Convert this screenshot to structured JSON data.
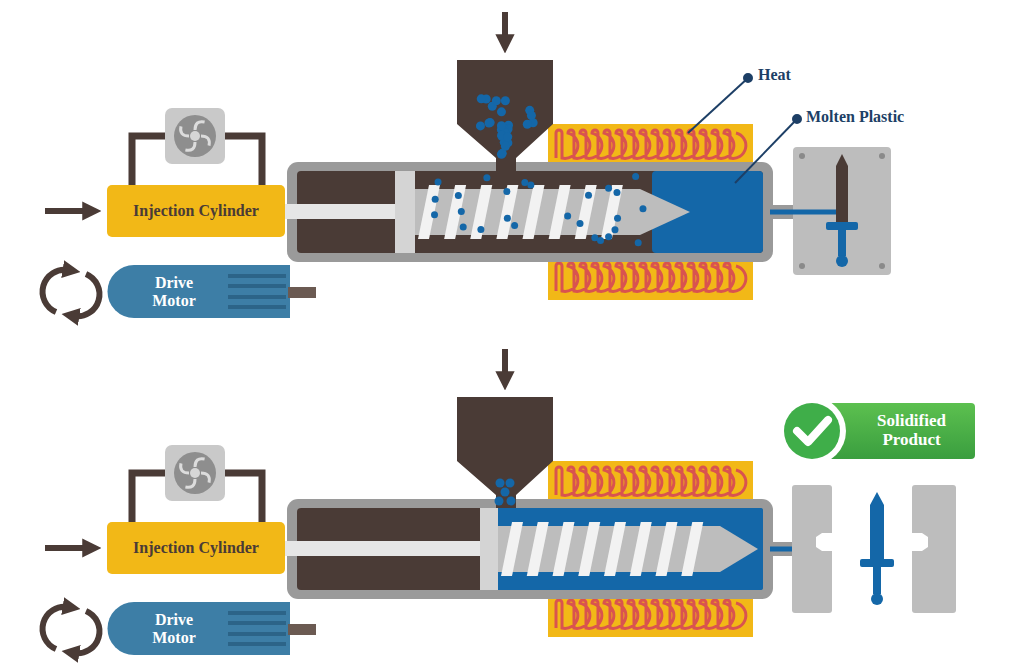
{
  "diagram": {
    "nodes": [
      {
        "text": [
          "Injection Cylinder"
        ]
      },
      {
        "text": [
          "Drive Motor"
        ]
      },
      {
        "text": [
          "Solidified Product"
        ]
      },
      {
        "text": [
          "Injection Cylinder"
        ]
      },
      {
        "text": [
          "Drive Motor"
        ]
      }
    ],
    "labels": [
      "Heat",
      "Molten Plastic"
    ]
  }
}
